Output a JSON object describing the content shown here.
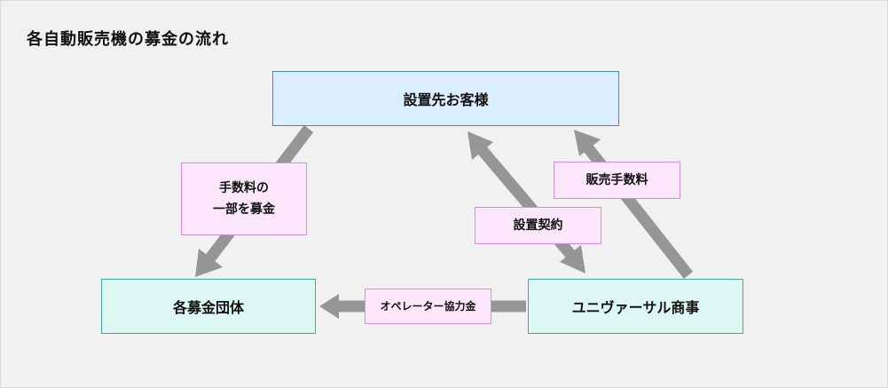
{
  "title": "各自動販売機の募金の流れ",
  "nodes": {
    "customer": "設置先お客様",
    "donation_org": "各募金団体",
    "company": "ユニヴァーサル商事"
  },
  "edges": {
    "donation_line1": "手数料の",
    "donation_line2": "一部を募金",
    "contract": "設置契約",
    "sales_fee": "販売手数料",
    "cooperation": "オペレーター協力金"
  },
  "colors": {
    "node_blue_fill": "#dbeeff",
    "node_blue_border": "#3c8fb6",
    "node_teal_fill": "#ddf8f2",
    "node_teal_border": "#3fa9a1",
    "label_fill": "#fce6fb",
    "label_border": "#d98bde",
    "arrow": "#969696"
  }
}
